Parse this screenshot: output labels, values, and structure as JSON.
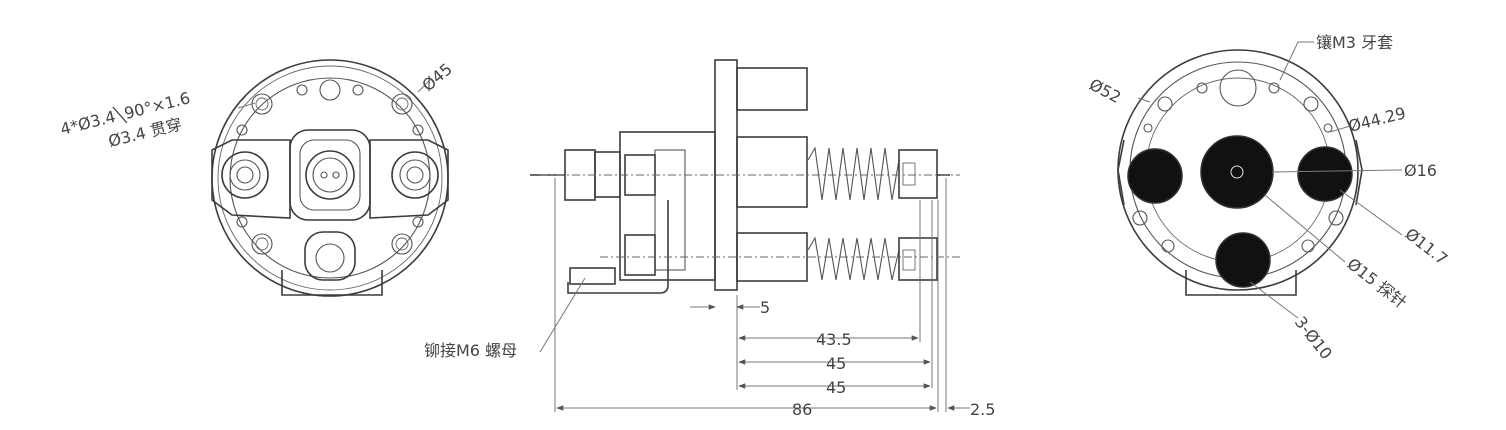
{
  "labels": {
    "left_hole_spec": "4*Ø3.4╲90°×1.6",
    "left_through": "Ø3.4 贯穿",
    "left_dia": "Ø45",
    "rivet_nut": "铆接M6 螺母",
    "insert": "镶M3 牙套",
    "right_dia_outer": "Ø52",
    "right_dia_pcd": "Ø44.29",
    "right_dia_center": "Ø16",
    "right_dia_small": "Ø11.7",
    "probe": "Ø15 探针",
    "three_holes": "3-Ø10"
  },
  "dimensions": {
    "d_5": "5",
    "d_43_5": "43.5",
    "d_45_a": "45",
    "d_45_b": "45",
    "d_86": "86",
    "d_2_5": "2.5"
  }
}
